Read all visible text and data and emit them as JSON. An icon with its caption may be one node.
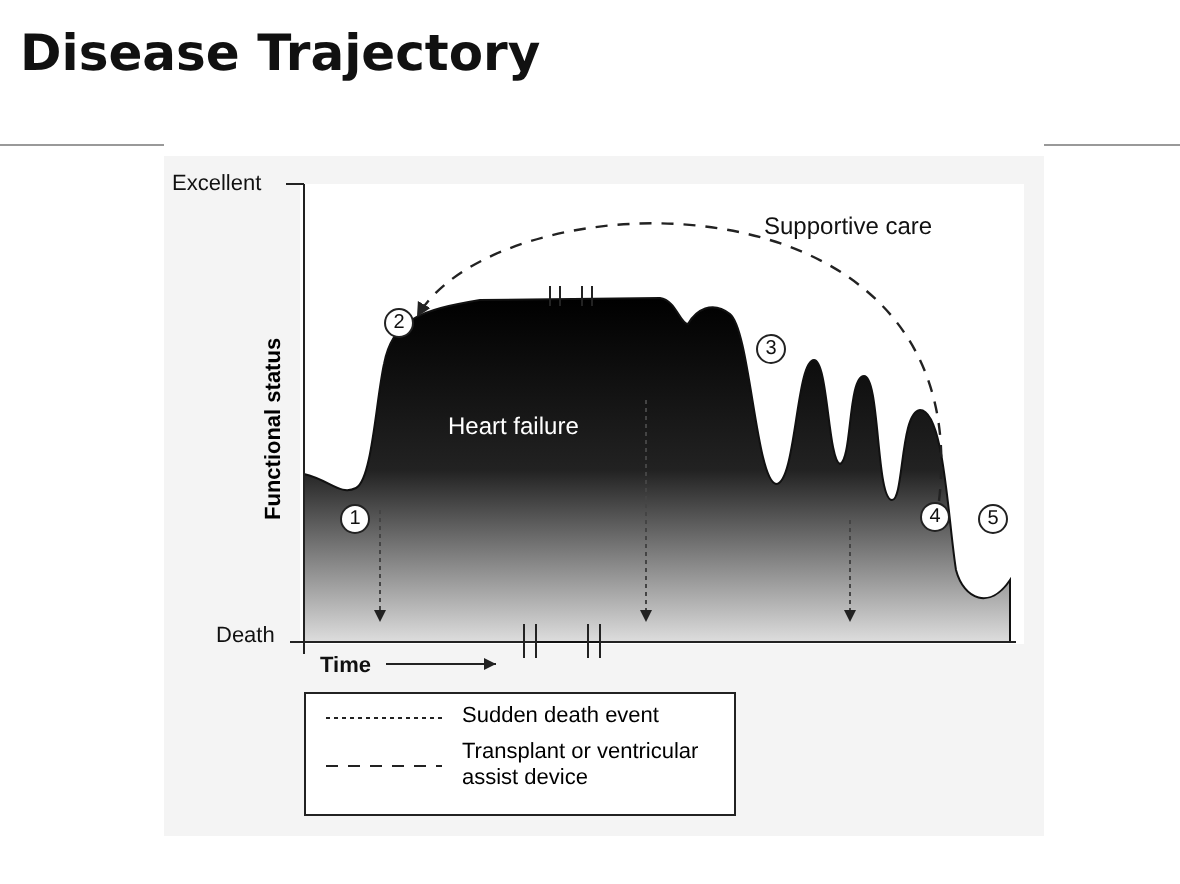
{
  "diagram": {
    "title": "Disease Trajectory",
    "nodes": [
      {
        "text": [
          "1"
        ]
      },
      {
        "text": [
          "2"
        ]
      },
      {
        "text": [
          "3"
        ]
      },
      {
        "text": [
          "4"
        ]
      },
      {
        "text": [
          "5"
        ]
      }
    ],
    "edges": [
      {
        "from": 3,
        "to": 1,
        "arrow": "to",
        "style": "dashed"
      }
    ],
    "labels": [
      "Excellent",
      "Supportive care",
      "Functional status",
      "Heart failure",
      "Death",
      "Time"
    ],
    "legend": [
      {
        "text": "Sudden death event"
      },
      {
        "text": "Transplant or ventricular assist device"
      }
    ]
  }
}
